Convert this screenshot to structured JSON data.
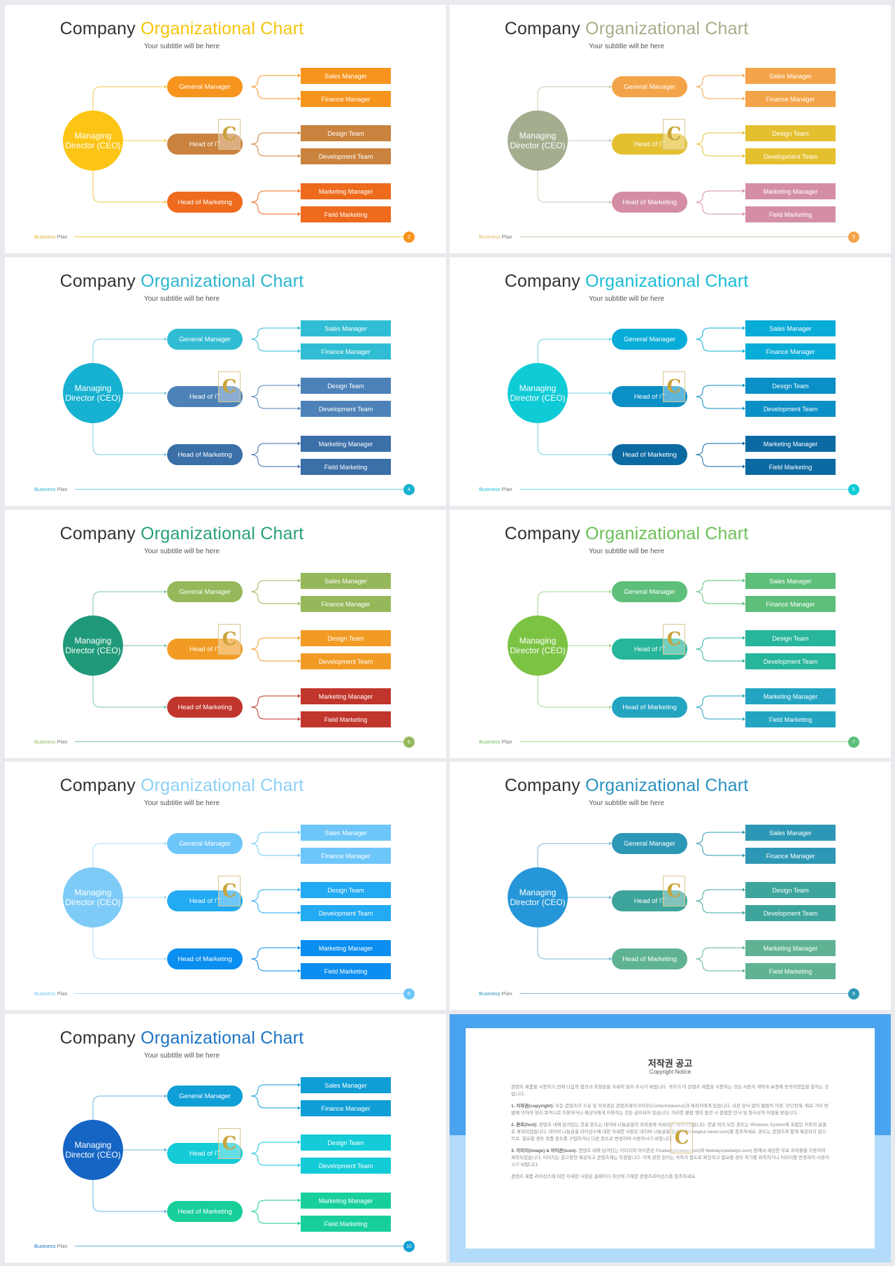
{
  "common": {
    "title_part1": "Company",
    "title_part2": "Organizational Chart",
    "subtitle": "Your subtitle will be here",
    "ceo_label": "Managing Director (CEO)",
    "level2": [
      "General Manager",
      "Head of IT",
      "Head of Marketing"
    ],
    "level3": [
      "Sales Manager",
      "Finance Manager",
      "Design Team",
      "Development Team",
      "Marketing Manager",
      "Field Marketing"
    ],
    "footer_word1": "Business",
    "footer_word2": "Plan",
    "watermark": "C"
  },
  "slides": [
    {
      "page": "2",
      "accent": "#f6c40c",
      "ceo": "#fcc515",
      "l2": [
        "#f7941d",
        "#c9833f",
        "#ee6a1c"
      ],
      "l3": [
        "#f7941d",
        "#f7941d",
        "#c9833f",
        "#c9833f",
        "#ee6a1c",
        "#ee6a1c"
      ],
      "line": "#f5c84a",
      "footer1": "#e0b030",
      "footer2": "#777777",
      "pagebg": "#f7941d"
    },
    {
      "page": "3",
      "accent": "#a9ad8a",
      "ceo": "#a4ae8f",
      "l2": [
        "#f4a448",
        "#e4c030",
        "#d48ea4"
      ],
      "l3": [
        "#f4a448",
        "#f4a448",
        "#e4c030",
        "#e4c030",
        "#d48ea4",
        "#d48ea4"
      ],
      "line": "#c9cdb4",
      "footer1": "#e2b865",
      "footer2": "#777777",
      "pagebg": "#f4a448"
    },
    {
      "page": "4",
      "accent": "#2bb5cf",
      "ceo": "#17b1d1",
      "l2": [
        "#30bdd4",
        "#4d82b8",
        "#3a6fa8"
      ],
      "l3": [
        "#30bdd4",
        "#30bdd4",
        "#4d82b8",
        "#4d82b8",
        "#3a6fa8",
        "#3a6fa8"
      ],
      "line": "#7ccbe0",
      "footer1": "#2bb5cf",
      "footer2": "#777777",
      "pagebg": "#17b1d1"
    },
    {
      "page": "5",
      "accent": "#18bcd6",
      "ceo": "#0fcbd6",
      "l2": [
        "#08acd8",
        "#0a8fc6",
        "#0c6aa3"
      ],
      "l3": [
        "#08acd8",
        "#08acd8",
        "#0a8fc6",
        "#0a8fc6",
        "#0c6aa3",
        "#0c6aa3"
      ],
      "line": "#6fd3e4",
      "footer1": "#18bcd6",
      "footer2": "#777777",
      "pagebg": "#0fcbd6"
    },
    {
      "page": "6",
      "accent": "#28a078",
      "ceo": "#1f9a79",
      "l2": [
        "#96b85a",
        "#f29b24",
        "#c0362c"
      ],
      "l3": [
        "#96b85a",
        "#96b85a",
        "#f29b24",
        "#f29b24",
        "#c0362c",
        "#c0362c"
      ],
      "line": "#7fc4a8",
      "footer1": "#96b85a",
      "footer2": "#777777",
      "pagebg": "#96b85a"
    },
    {
      "page": "7",
      "accent": "#6cc055",
      "ceo": "#7cc343",
      "l2": [
        "#5dbf7a",
        "#27b59c",
        "#23a5c2"
      ],
      "l3": [
        "#5dbf7a",
        "#5dbf7a",
        "#27b59c",
        "#27b59c",
        "#23a5c2",
        "#23a5c2"
      ],
      "line": "#a6d98f",
      "footer1": "#6cc055",
      "footer2": "#777777",
      "pagebg": "#5dbf7a"
    },
    {
      "page": "8",
      "accent": "#8dd0f5",
      "ceo": "#7ecbf7",
      "l2": [
        "#6dc6fa",
        "#22aaf3",
        "#0a8ef0"
      ],
      "l3": [
        "#6dc6fa",
        "#6dc6fa",
        "#22aaf3",
        "#22aaf3",
        "#0a8ef0",
        "#0a8ef0"
      ],
      "line": "#a9dcf8",
      "footer1": "#6dc6fa",
      "footer2": "#777777",
      "pagebg": "#6dc6fa"
    },
    {
      "page": "9",
      "accent": "#2a91c0",
      "ceo": "#2596d8",
      "l2": [
        "#2d98b5",
        "#3ea59c",
        "#5fb393"
      ],
      "l3": [
        "#2d98b5",
        "#2d98b5",
        "#3ea59c",
        "#3ea59c",
        "#5fb393",
        "#5fb393"
      ],
      "line": "#7ab8d8",
      "footer1": "#2a91c0",
      "footer2": "#777777",
      "pagebg": "#2d98b5"
    },
    {
      "page": "10",
      "accent": "#1d74c4",
      "ceo": "#1565c4",
      "l2": [
        "#0f9ed6",
        "#14cbd8",
        "#18cf9a"
      ],
      "l3": [
        "#0f9ed6",
        "#0f9ed6",
        "#14cbd8",
        "#14cbd8",
        "#18cf9a",
        "#18cf9a"
      ],
      "line": "#6ab0df",
      "footer1": "#1d74c4",
      "footer2": "#777777",
      "pagebg": "#0f9ed6"
    }
  ],
  "notice": {
    "title": "저작권 공고",
    "subtitle": "Copyright Notice",
    "intro": "콘텐츠 제품을 사용하기 전에 다음의 협의과 조항들을 자세히 읽어 주시기 바랍니다. 귀하가 이 콘텐츠 제품을 사용하는 것은 사용자 계약과 보증에 동의하였음을 말하는 것입니다.",
    "p1_head": "1. 저작권(copyright):",
    "p1": "모든 콘텐츠의 소유 및 저작권은 콘텐츠레이크아웃(Contentslakeout)과 제작자에게 있습니다. 사전 승낙 없이 불법적 이용, 무단전재, 배포 기타 방법에 의하여 영리 목적으로 이용하거나 제삼자에게 이용하는 것은 금지되어 있습니다. 이러한 불법 행위 발견 시 준법한 민사 및 형사상의 처벌을 받습니다.",
    "p2_head": "2. 폰트(font):",
    "p2": "콘텐츠 내에 담겨있는 한글 폰트는 네이버 나눔글꼴의 저작권에 귀속되어 제작되었습니다. 한글 외의 모든 폰트는 Windows System에 포함된 저작의 글꼴로 제작되었습니다. 네이버 나눔글꼴 라이선스에 대한 자세한 사항은 네이버 나눔글꼴 홈페이지(hangeul.naver.com)를 참조하세요. 폰트는 콘텐츠와 함께 제공되지 않으므로, 필요할 경우 정품 폰트를 구입하거나 다른 폰트로 변경하여 사용하시기 바랍니다.",
    "p3_head": "3. 이미지(image) & 아이콘(icon):",
    "p3": "콘텐츠 내에 담겨있는 이미지와 아이콘은 Pixabay(pixabay.com)와 Webalys(webalys.com) 등에서 제공한 무료 저작물을 이용하여 제작되었습니다. 이미지는 참고용만 제공되고 콘텐츠에는 무관합니다. 이에 관한 권리는 귀하가 별도로 확인하고 필요할 경우 허가를 취득하거나 이미지를 변경하여 사용하시기 바랍니다.",
    "outro": "콘텐츠 제품 라이선스에 대한 자세한 사항은 홈페이지 하단에 기재한 콘텐츠라이선스를 참조하세요.",
    "top_color": "#4aa3ef",
    "bottom_color": "#b3dcfa"
  }
}
